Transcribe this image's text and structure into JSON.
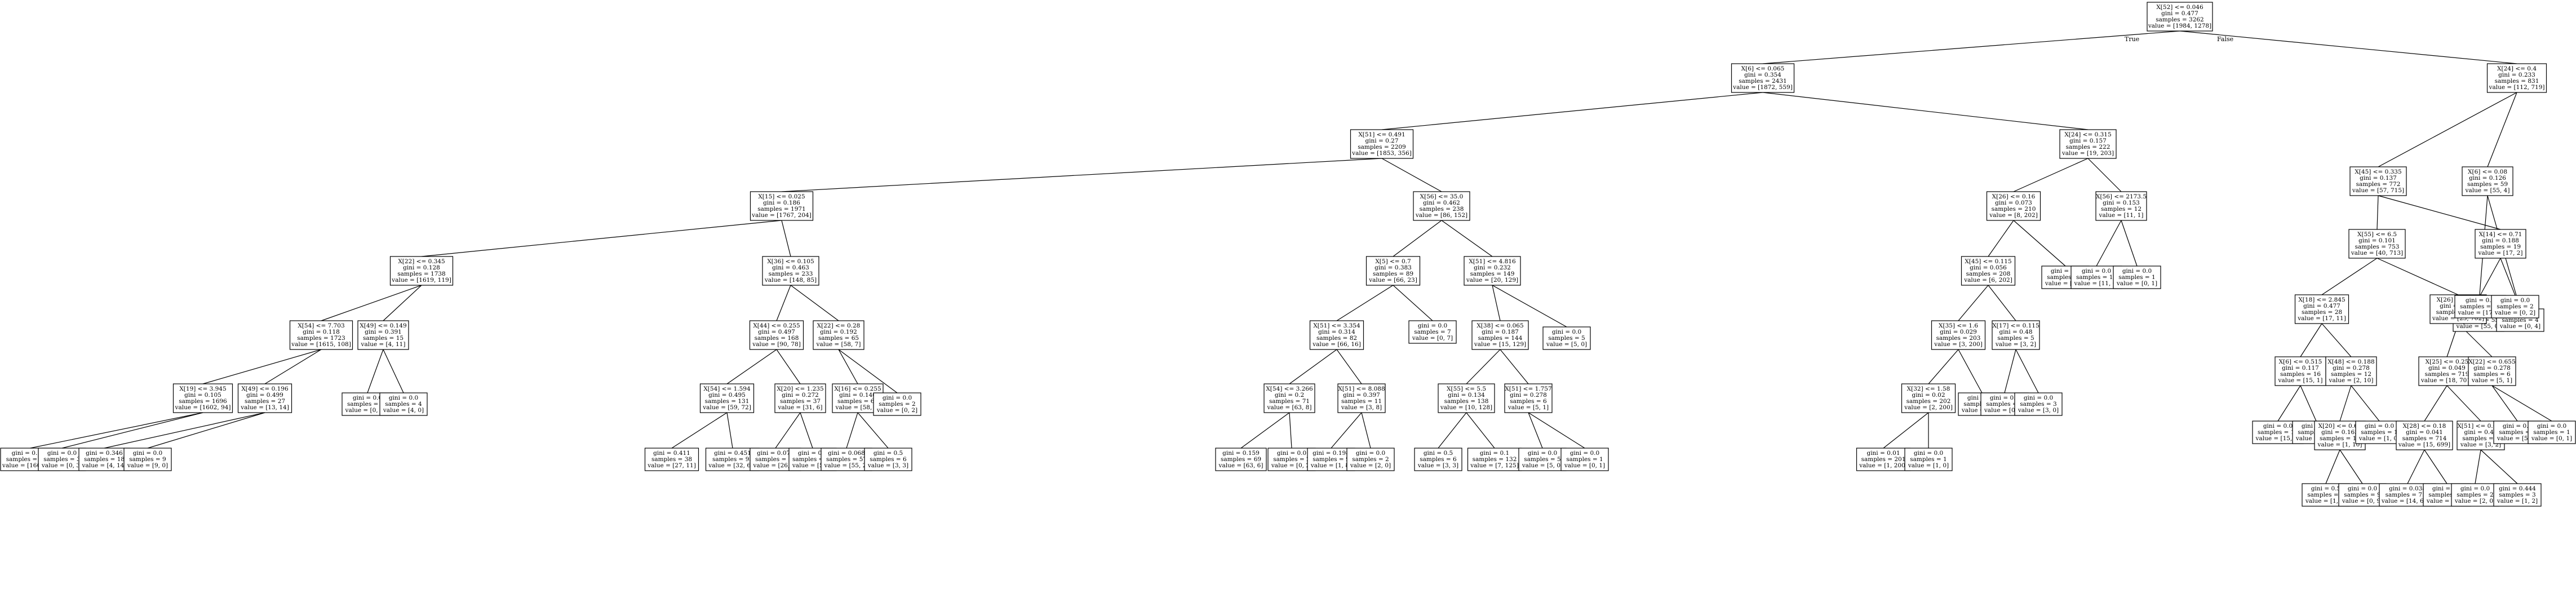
{
  "tree": {
    "edge_labels": {
      "true": "True",
      "false": "False"
    },
    "nodes": [
      {
        "id": "n0",
        "lines": [
          "X[52] <= 0.046",
          "gini = 0.477",
          "samples = 3262",
          "value = [1984, 1278]"
        ]
      },
      {
        "id": "n1",
        "lines": [
          "X[6] <= 0.065",
          "gini = 0.354",
          "samples = 2431",
          "value = [1872, 559]"
        ]
      },
      {
        "id": "n2",
        "lines": [
          "X[24] <= 0.4",
          "gini = 0.233",
          "samples = 831",
          "value = [112, 719]"
        ]
      },
      {
        "id": "n3",
        "lines": [
          "X[51] <= 0.491",
          "gini = 0.27",
          "samples = 2209",
          "value = [1853, 356]"
        ]
      },
      {
        "id": "n4",
        "lines": [
          "X[24] <= 0.315",
          "gini = 0.157",
          "samples = 222",
          "value = [19, 203]"
        ]
      },
      {
        "id": "n5",
        "lines": [
          "X[45] <= 0.335",
          "gini = 0.137",
          "samples = 772",
          "value = [57, 715]"
        ]
      },
      {
        "id": "n6",
        "lines": [
          "X[6] <= 0.08",
          "gini = 0.126",
          "samples = 59",
          "value = [55, 4]"
        ]
      },
      {
        "id": "n7",
        "lines": [
          "X[15] <= 0.025",
          "gini = 0.186",
          "samples = 1971",
          "value = [1767, 204]"
        ]
      },
      {
        "id": "n8",
        "lines": [
          "X[56] <= 35.0",
          "gini = 0.462",
          "samples = 238",
          "value = [86, 152]"
        ]
      },
      {
        "id": "n9",
        "lines": [
          "X[26] <= 0.16",
          "gini = 0.073",
          "samples = 210",
          "value = [8, 202]"
        ]
      },
      {
        "id": "n10",
        "lines": [
          "X[56] <= 2173.5",
          "gini = 0.153",
          "samples = 12",
          "value = [11, 1]"
        ]
      },
      {
        "id": "n11",
        "lines": [
          "X[55] <= 6.5",
          "gini = 0.101",
          "samples = 753",
          "value = [40, 713]"
        ]
      },
      {
        "id": "n12",
        "lines": [
          "X[14] <= 0.71",
          "gini = 0.188",
          "samples = 19",
          "value = [17, 2]"
        ]
      },
      {
        "id": "n13",
        "lines": [
          "gini = 0.0",
          "samples = 55",
          "value = [55, 0]"
        ]
      },
      {
        "id": "n14",
        "lines": [
          "gini = 0.0",
          "samples = 4",
          "value = [0, 4]"
        ]
      },
      {
        "id": "n15",
        "lines": [
          "X[22] <= 0.345",
          "gini = 0.128",
          "samples = 1738",
          "value = [1619, 119]"
        ]
      },
      {
        "id": "n16",
        "lines": [
          "X[36] <= 0.105",
          "gini = 0.463",
          "samples = 233",
          "value = [148, 85]"
        ]
      },
      {
        "id": "n17",
        "lines": [
          "X[5] <= 0.7",
          "gini = 0.383",
          "samples = 89",
          "value = [66, 23]"
        ]
      },
      {
        "id": "n18",
        "lines": [
          "X[51] <= 4.816",
          "gini = 0.232",
          "samples = 149",
          "value = [20, 129]"
        ]
      },
      {
        "id": "n19",
        "lines": [
          "X[45] <= 0.115",
          "gini = 0.056",
          "samples = 208",
          "value = [6, 202]"
        ]
      },
      {
        "id": "n20",
        "lines": [
          "gini = 0.0",
          "samples = 2",
          "value = [2, 0]"
        ]
      },
      {
        "id": "n21",
        "lines": [
          "gini = 0.0",
          "samples = 11",
          "value = [11, 0]"
        ]
      },
      {
        "id": "n22",
        "lines": [
          "gini = 0.0",
          "samples = 1",
          "value = [0, 1]"
        ]
      },
      {
        "id": "n23",
        "lines": [
          "X[18] <= 2.845",
          "gini = 0.477",
          "samples = 28",
          "value = [17, 11]"
        ]
      },
      {
        "id": "n24",
        "lines": [
          "X[26] <= 0.21",
          "gini = 0.061",
          "samples = 725",
          "value = [23, 702]"
        ]
      },
      {
        "id": "n25",
        "lines": [
          "gini = 0.0",
          "samples = 17",
          "value = [17, 0]"
        ]
      },
      {
        "id": "n26",
        "lines": [
          "gini = 0.0",
          "samples = 2",
          "value = [0, 2]"
        ]
      },
      {
        "id": "n27",
        "lines": [
          "X[54] <= 7.703",
          "gini = 0.118",
          "samples = 1723",
          "value = [1615, 108]"
        ]
      },
      {
        "id": "n28",
        "lines": [
          "X[49] <= 0.149",
          "gini = 0.391",
          "samples = 15",
          "value = [4, 11]"
        ]
      },
      {
        "id": "n29",
        "lines": [
          "X[44] <= 0.255",
          "gini = 0.497",
          "samples = 168",
          "value = [90, 78]"
        ]
      },
      {
        "id": "n30",
        "lines": [
          "X[22] <= 0.28",
          "gini = 0.192",
          "samples = 65",
          "value = [58, 7]"
        ]
      },
      {
        "id": "n31",
        "lines": [
          "X[51] <= 3.354",
          "gini = 0.314",
          "samples = 82",
          "value = [66, 16]"
        ]
      },
      {
        "id": "n32",
        "lines": [
          "gini = 0.0",
          "samples = 7",
          "value = [0, 7]"
        ]
      },
      {
        "id": "n33",
        "lines": [
          "X[38] <= 0.065",
          "gini = 0.187",
          "samples = 144",
          "value = [15, 129]"
        ]
      },
      {
        "id": "n34",
        "lines": [
          "gini = 0.0",
          "samples = 5",
          "value = [5, 0]"
        ]
      },
      {
        "id": "n35",
        "lines": [
          "X[35] <= 1.6",
          "gini = 0.029",
          "samples = 203",
          "value = [3, 200]"
        ]
      },
      {
        "id": "n36",
        "lines": [
          "X[17] <= 0.115",
          "gini = 0.48",
          "samples = 5",
          "value = [3, 2]"
        ]
      },
      {
        "id": "n37",
        "lines": [
          "X[6] <= 0.515",
          "gini = 0.117",
          "samples = 16",
          "value = [15, 1]"
        ]
      },
      {
        "id": "n38",
        "lines": [
          "X[48] <= 0.188",
          "gini = 0.278",
          "samples = 12",
          "value = [2, 10]"
        ]
      },
      {
        "id": "n39",
        "lines": [
          "X[25] <= 0.25",
          "gini = 0.049",
          "samples = 719",
          "value = [18, 701]"
        ]
      },
      {
        "id": "n40",
        "lines": [
          "X[22] <= 0.655",
          "gini = 0.278",
          "samples = 6",
          "value = [5, 1]"
        ]
      },
      {
        "id": "n41",
        "lines": [
          "X[19] <= 3.945",
          "gini = 0.105",
          "samples = 1696",
          "value = [1602, 94]"
        ]
      },
      {
        "id": "n42",
        "lines": [
          "X[49] <= 0.196",
          "gini = 0.499",
          "samples = 27",
          "value = [13, 14]"
        ]
      },
      {
        "id": "n43",
        "lines": [
          "gini = 0.0",
          "samples = 11",
          "value = [0, 11]"
        ]
      },
      {
        "id": "n44",
        "lines": [
          "gini = 0.0",
          "samples = 4",
          "value = [4, 0]"
        ]
      },
      {
        "id": "n45",
        "lines": [
          "X[54] <= 1.594",
          "gini = 0.495",
          "samples = 131",
          "value = [59, 72]"
        ]
      },
      {
        "id": "n46",
        "lines": [
          "X[20] <= 1.235",
          "gini = 0.272",
          "samples = 37",
          "value = [31, 6]"
        ]
      },
      {
        "id": "n47",
        "lines": [
          "X[16] <= 0.255",
          "gini = 0.146",
          "samples = 63",
          "value = [58, 5]"
        ]
      },
      {
        "id": "n48",
        "lines": [
          "gini = 0.0",
          "samples = 2",
          "value = [0, 2]"
        ]
      },
      {
        "id": "n49",
        "lines": [
          "X[54] <= 3.266",
          "gini = 0.2",
          "samples = 71",
          "value = [63, 8]"
        ]
      },
      {
        "id": "n50",
        "lines": [
          "X[51] <= 8.088",
          "gini = 0.397",
          "samples = 11",
          "value = [3, 8]"
        ]
      },
      {
        "id": "n51",
        "lines": [
          "X[55] <= 5.5",
          "gini = 0.134",
          "samples = 138",
          "value = [10, 128]"
        ]
      },
      {
        "id": "n52",
        "lines": [
          "X[51] <= 1.757",
          "gini = 0.278",
          "samples = 6",
          "value = [5, 1]"
        ]
      },
      {
        "id": "n53",
        "lines": [
          "X[32] <= 1.58",
          "gini = 0.02",
          "samples = 202",
          "value = [2, 200]"
        ]
      },
      {
        "id": "n54",
        "lines": [
          "gini = 0.0",
          "samples = 1",
          "value = [1, 0]"
        ]
      },
      {
        "id": "n55",
        "lines": [
          "gini = 0.0",
          "samples = 2",
          "value = [0, 2]"
        ]
      },
      {
        "id": "n56",
        "lines": [
          "gini = 0.0",
          "samples = 3",
          "value = [3, 0]"
        ]
      },
      {
        "id": "n57",
        "lines": [
          "gini = 0.0",
          "samples = 15",
          "value = [15, 0]"
        ]
      },
      {
        "id": "n58",
        "lines": [
          "gini = 0.0",
          "samples = 1",
          "value = [0, 1]"
        ]
      },
      {
        "id": "n59",
        "lines": [
          "X[20] <= 0.63",
          "gini = 0.165",
          "samples = 11",
          "value = [1, 10]"
        ]
      },
      {
        "id": "n60",
        "lines": [
          "gini = 0.0",
          "samples = 1",
          "value = [1, 0]"
        ]
      },
      {
        "id": "n61",
        "lines": [
          "X[28] <= 0.18",
          "gini = 0.041",
          "samples = 714",
          "value = [15, 699]"
        ]
      },
      {
        "id": "n62",
        "lines": [
          "X[51] <= 0.046",
          "gini = 0.48",
          "samples = 5",
          "value = [3, 2]"
        ]
      },
      {
        "id": "n63",
        "lines": [
          "gini = 0.0",
          "samples = 5",
          "value = [5, 0]"
        ]
      },
      {
        "id": "n64",
        "lines": [
          "gini = 0.0",
          "samples = 1",
          "value = [0, 1]"
        ]
      },
      {
        "id": "n65",
        "lines": [
          "gini = 0.102",
          "samples = 1693",
          "value = [1602, 91]"
        ]
      },
      {
        "id": "n66",
        "lines": [
          "gini = 0.0",
          "samples = 3",
          "value = [0, 3]"
        ]
      },
      {
        "id": "n67",
        "lines": [
          "gini = 0.346",
          "samples = 18",
          "value = [4, 14]"
        ]
      },
      {
        "id": "n68",
        "lines": [
          "gini = 0.0",
          "samples = 9",
          "value = [9, 0]"
        ]
      },
      {
        "id": "n69",
        "lines": [
          "gini = 0.411",
          "samples = 38",
          "value = [27, 11]"
        ]
      },
      {
        "id": "n70",
        "lines": [
          "gini = 0.451",
          "samples = 93",
          "value = [32, 61]"
        ]
      },
      {
        "id": "n71",
        "lines": [
          "gini = 0.071",
          "samples = 27",
          "value = [26, 1]"
        ]
      },
      {
        "id": "n72",
        "lines": [
          "gini = 0.5",
          "samples = 10",
          "value = [5, 5]"
        ]
      },
      {
        "id": "n73",
        "lines": [
          "gini = 0.068",
          "samples = 57",
          "value = [55, 2]"
        ]
      },
      {
        "id": "n74",
        "lines": [
          "gini = 0.5",
          "samples = 6",
          "value = [3, 3]"
        ]
      },
      {
        "id": "n75",
        "lines": [
          "gini = 0.159",
          "samples = 69",
          "value = [63, 6]"
        ]
      },
      {
        "id": "n76",
        "lines": [
          "gini = 0.0",
          "samples = 2",
          "value = [0, 2]"
        ]
      },
      {
        "id": "n77",
        "lines": [
          "gini = 0.198",
          "samples = 9",
          "value = [1, 8]"
        ]
      },
      {
        "id": "n78",
        "lines": [
          "gini = 0.0",
          "samples = 2",
          "value = [2, 0]"
        ]
      },
      {
        "id": "n79",
        "lines": [
          "gini = 0.5",
          "samples = 6",
          "value = [3, 3]"
        ]
      },
      {
        "id": "n80",
        "lines": [
          "gini = 0.1",
          "samples = 132",
          "value = [7, 125]"
        ]
      },
      {
        "id": "n81",
        "lines": [
          "gini = 0.0",
          "samples = 5",
          "value = [5, 0]"
        ]
      },
      {
        "id": "n82",
        "lines": [
          "gini = 0.0",
          "samples = 1",
          "value = [0, 1]"
        ]
      },
      {
        "id": "n83",
        "lines": [
          "gini = 0.01",
          "samples = 201",
          "value = [1, 200]"
        ]
      },
      {
        "id": "n84",
        "lines": [
          "gini = 0.0",
          "samples = 1",
          "value = [1, 0]"
        ]
      },
      {
        "id": "n85",
        "lines": [
          "gini = 0.5",
          "samples = 2",
          "value = [1, 1]"
        ]
      },
      {
        "id": "n86",
        "lines": [
          "gini = 0.0",
          "samples = 9",
          "value = [0, 9]"
        ]
      },
      {
        "id": "n87",
        "lines": [
          "gini = 0.038",
          "samples = 713",
          "value = [14, 699]"
        ]
      },
      {
        "id": "n88",
        "lines": [
          "gini = 0.0",
          "samples = 1",
          "value = [1, 0]"
        ]
      },
      {
        "id": "n89",
        "lines": [
          "gini = 0.0",
          "samples = 2",
          "value = [2, 0]"
        ]
      },
      {
        "id": "n90",
        "lines": [
          "gini = 0.444",
          "samples = 3",
          "value = [1, 2]"
        ]
      }
    ],
    "edges": [
      [
        "n0",
        "n1"
      ],
      [
        "n0",
        "n2"
      ],
      [
        "n1",
        "n3"
      ],
      [
        "n1",
        "n4"
      ],
      [
        "n2",
        "n5"
      ],
      [
        "n2",
        "n6"
      ],
      [
        "n3",
        "n7"
      ],
      [
        "n3",
        "n8"
      ],
      [
        "n4",
        "n9"
      ],
      [
        "n4",
        "n10"
      ],
      [
        "n5",
        "n11"
      ],
      [
        "n5",
        "n12"
      ],
      [
        "n6",
        "n13"
      ],
      [
        "n6",
        "n14"
      ],
      [
        "n7",
        "n15"
      ],
      [
        "n7",
        "n16"
      ],
      [
        "n8",
        "n17"
      ],
      [
        "n8",
        "n18"
      ],
      [
        "n9",
        "n19"
      ],
      [
        "n9",
        "n20"
      ],
      [
        "n10",
        "n21"
      ],
      [
        "n10",
        "n22"
      ],
      [
        "n11",
        "n23"
      ],
      [
        "n11",
        "n24"
      ],
      [
        "n12",
        "n25"
      ],
      [
        "n12",
        "n26"
      ],
      [
        "n15",
        "n27"
      ],
      [
        "n15",
        "n28"
      ],
      [
        "n16",
        "n29"
      ],
      [
        "n16",
        "n30"
      ],
      [
        "n17",
        "n31"
      ],
      [
        "n17",
        "n32"
      ],
      [
        "n18",
        "n33"
      ],
      [
        "n18",
        "n34"
      ],
      [
        "n19",
        "n35"
      ],
      [
        "n19",
        "n36"
      ],
      [
        "n23",
        "n37"
      ],
      [
        "n23",
        "n38"
      ],
      [
        "n24",
        "n39"
      ],
      [
        "n24",
        "n40"
      ],
      [
        "n27",
        "n41"
      ],
      [
        "n27",
        "n42"
      ],
      [
        "n28",
        "n43"
      ],
      [
        "n28",
        "n44"
      ],
      [
        "n29",
        "n45"
      ],
      [
        "n29",
        "n46"
      ],
      [
        "n30",
        "n47"
      ],
      [
        "n30",
        "n48"
      ],
      [
        "n31",
        "n49"
      ],
      [
        "n31",
        "n50"
      ],
      [
        "n33",
        "n51"
      ],
      [
        "n33",
        "n52"
      ],
      [
        "n35",
        "n53"
      ],
      [
        "n35",
        "n54"
      ],
      [
        "n36",
        "n55"
      ],
      [
        "n36",
        "n56"
      ],
      [
        "n37",
        "n57"
      ],
      [
        "n37",
        "n58"
      ],
      [
        "n38",
        "n59"
      ],
      [
        "n38",
        "n60"
      ],
      [
        "n39",
        "n61"
      ],
      [
        "n39",
        "n62"
      ],
      [
        "n40",
        "n63"
      ],
      [
        "n40",
        "n64"
      ],
      [
        "n41",
        "n65"
      ],
      [
        "n41",
        "n66"
      ],
      [
        "n42",
        "n67"
      ],
      [
        "n42",
        "n68"
      ],
      [
        "n45",
        "n69"
      ],
      [
        "n45",
        "n70"
      ],
      [
        "n46",
        "n71"
      ],
      [
        "n46",
        "n72"
      ],
      [
        "n47",
        "n73"
      ],
      [
        "n47",
        "n74"
      ],
      [
        "n49",
        "n75"
      ],
      [
        "n49",
        "n76"
      ],
      [
        "n50",
        "n77"
      ],
      [
        "n50",
        "n78"
      ],
      [
        "n51",
        "n79"
      ],
      [
        "n51",
        "n80"
      ],
      [
        "n52",
        "n81"
      ],
      [
        "n52",
        "n82"
      ],
      [
        "n53",
        "n83"
      ],
      [
        "n53",
        "n84"
      ],
      [
        "n59",
        "n85"
      ],
      [
        "n59",
        "n86"
      ],
      [
        "n61",
        "n87"
      ],
      [
        "n61",
        "n88"
      ],
      [
        "n62",
        "n89"
      ],
      [
        "n62",
        "n90"
      ]
    ]
  }
}
